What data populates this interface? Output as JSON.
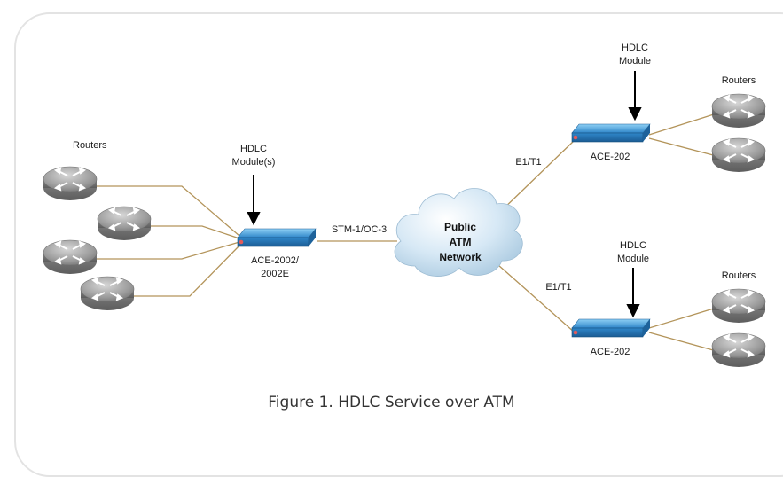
{
  "labels": {
    "routers_left": "Routers",
    "hdlc_left_line1": "HDLC",
    "hdlc_left_line2": "Module(s)",
    "ace_left_line1": "ACE-2002/",
    "ace_left_line2": "2002E",
    "link_stm": "STM-1/OC-3",
    "cloud_line1": "Public",
    "cloud_line2": "ATM",
    "cloud_line3": "Network",
    "e1_top": "E1/T1",
    "e1_bottom": "E1/T1",
    "hdlc_top_line1": "HDLC",
    "hdlc_top_line2": "Module",
    "hdlc_bottom_line1": "HDLC",
    "hdlc_bottom_line2": "Module",
    "ace_top": "ACE-202",
    "ace_bottom": "ACE-202",
    "routers_top": "Routers",
    "routers_bottom": "Routers"
  },
  "caption": "Figure 1. HDLC Service over ATM",
  "icons": [
    "router-icon",
    "atm-switch-icon",
    "cloud-icon",
    "arrow-down-icon"
  ],
  "colors": {
    "link": "#b3945a",
    "device_blue": "#2f86c9",
    "cloud": "#cfe3f1",
    "router_gray": "#8d8d8d"
  }
}
